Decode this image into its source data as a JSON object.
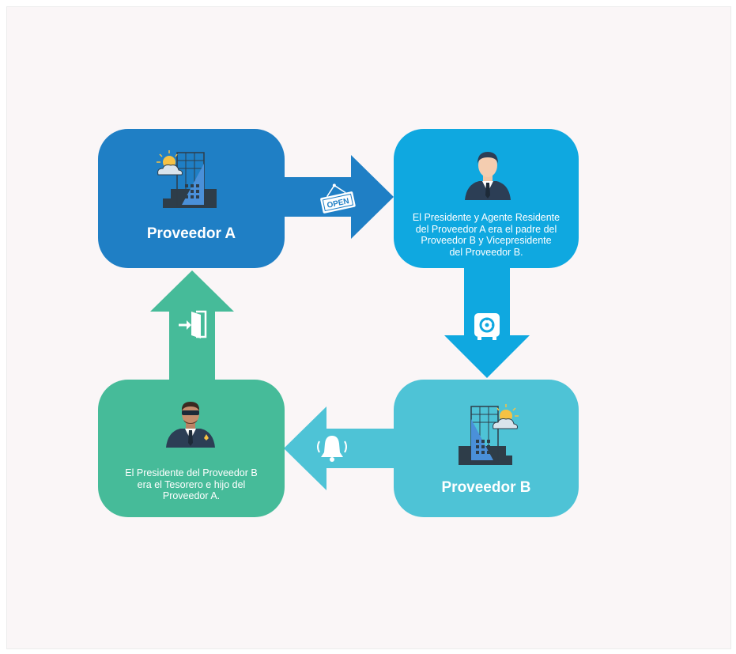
{
  "nodes": {
    "proveedor_a": {
      "title": "Proveedor A",
      "icon": "building-sun-icon"
    },
    "presidente_agente": {
      "lines": [
        "El Presidente y Agente Residente",
        "del Proveedor A era el padre del",
        "Proveedor B y Vicepresidente",
        "del Proveedor B."
      ],
      "icon": "businessman-icon"
    },
    "proveedor_b": {
      "title": "Proveedor B",
      "icon": "building-sun-icon"
    },
    "presidente_tesorero": {
      "lines": [
        "El Presidente del Proveedor B",
        "era el Tesorero e hijo del",
        "Proveedor A."
      ],
      "icon": "bodyguard-icon"
    }
  },
  "arrows": {
    "top": {
      "icon": "open-sign-icon",
      "sign_text": "OPEN"
    },
    "right": {
      "icon": "safe-icon"
    },
    "bottom": {
      "icon": "bell-icon"
    },
    "left": {
      "icon": "exit-door-icon"
    }
  },
  "colors": {
    "proveedor_a": "#1f7fc5",
    "presidente_agente": "#0fa8e0",
    "proveedor_b": "#4ec3d6",
    "presidente_tesorero": "#46bb99"
  }
}
